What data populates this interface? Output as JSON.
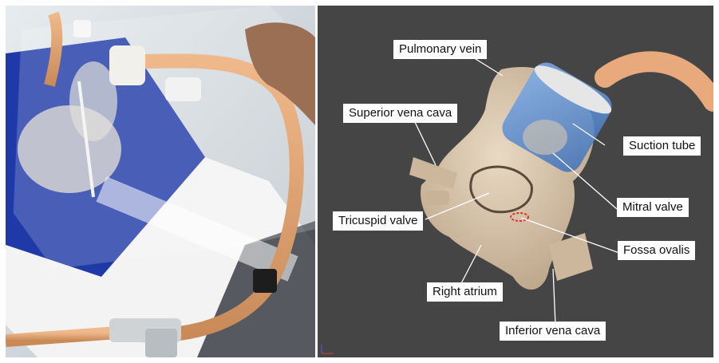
{
  "figure": {
    "left_panel": {
      "description_icon": "photo-of-3d-printed-heart-model-with-tube"
    },
    "right_panel": {
      "labels": {
        "pulmonary_vein": "Pulmonary vein",
        "superior_vena_cava": "Superior vena cava",
        "suction_tube": "Suction tube",
        "mitral_valve": "Mitral valve",
        "tricuspid_valve": "Tricuspid valve",
        "fossa_ovalis": "Fossa ovalis",
        "right_atrium": "Right atrium",
        "inferior_vena_cava": "Inferior vena cava"
      }
    },
    "colors": {
      "right_bg": "#454545",
      "tissue": "#d9c6ae",
      "tube": "#e8a97c",
      "cap": "#5b8fd6",
      "valve_outline": "#5a4a3a",
      "fossa": "#e03030"
    }
  }
}
